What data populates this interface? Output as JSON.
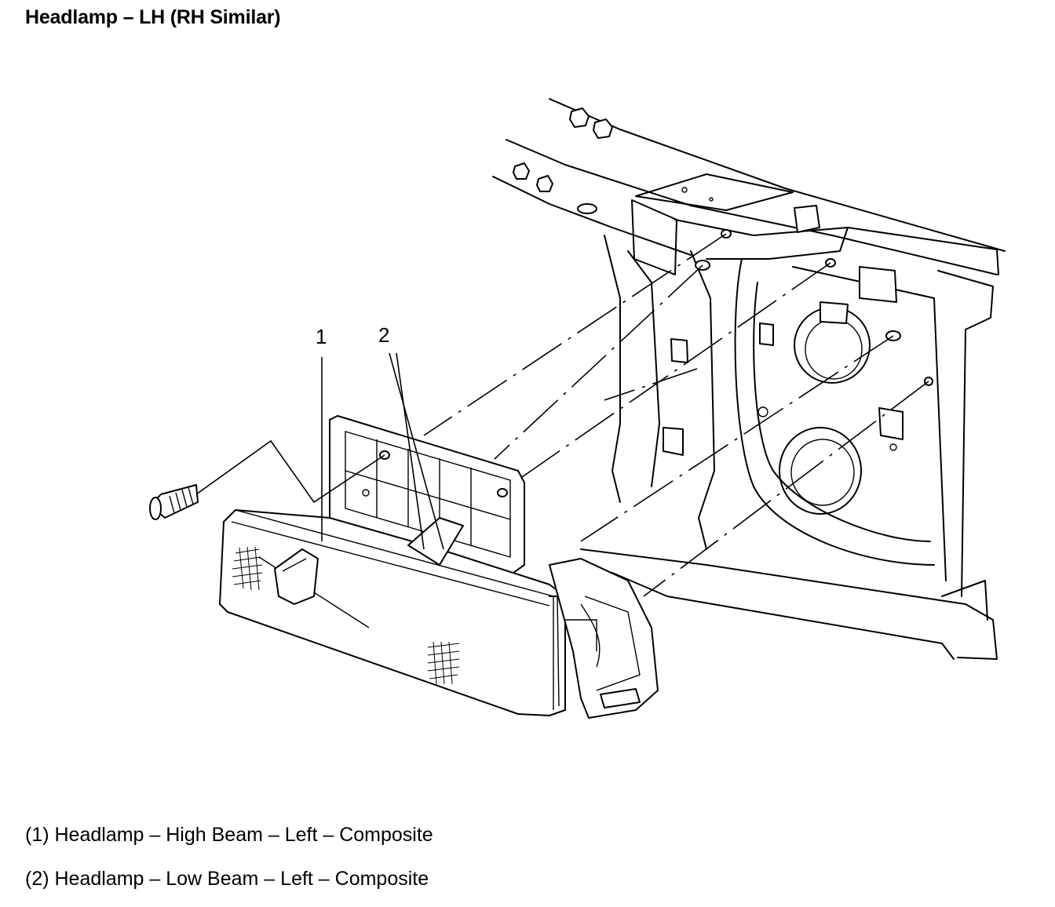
{
  "title": "Headlamp – LH (RH Similar)",
  "callouts": [
    {
      "id": "1",
      "label": "1"
    },
    {
      "id": "2",
      "label": "2"
    }
  ],
  "legend": [
    {
      "text": "(1) Headlamp – High Beam – Left – Composite"
    },
    {
      "text": "(2) Headlamp – Low Beam – Left – Composite"
    }
  ]
}
